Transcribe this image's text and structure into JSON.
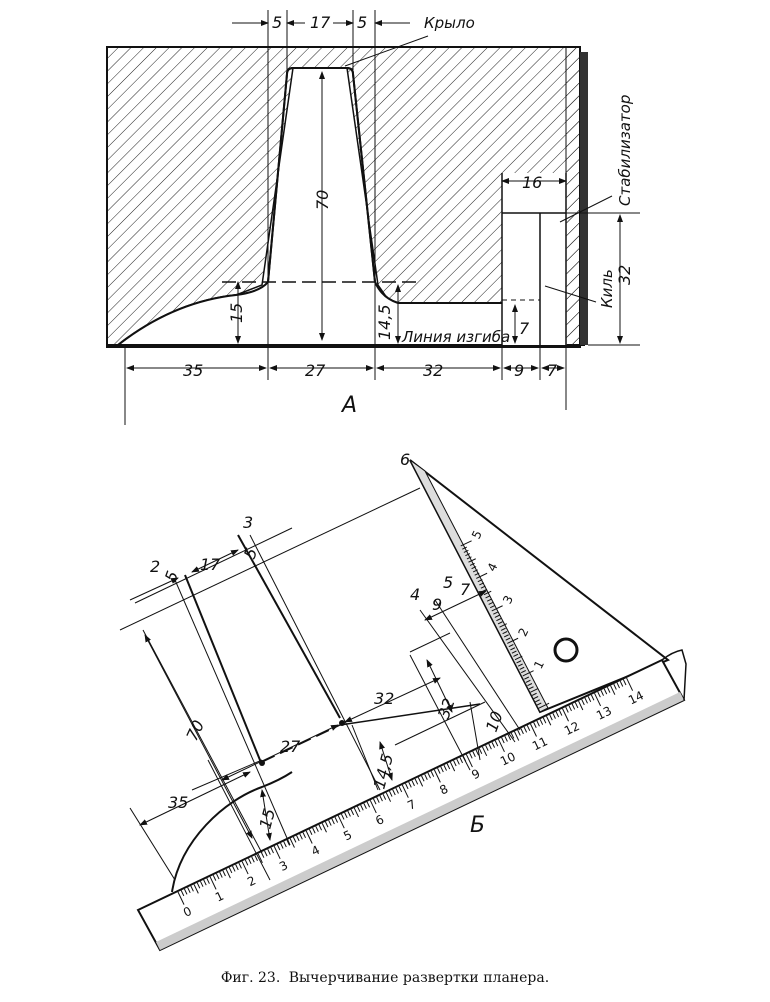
{
  "figure": {
    "caption_prefix": "Фиг. 23.",
    "caption_text": "Вычерчивание развертки планера."
  },
  "part_a": {
    "label": "А",
    "labels": {
      "wing": "Крыло",
      "stabilizer": "Стабилизатор",
      "keel": "Киль",
      "bend_line": "Линия изгиба"
    },
    "dims": {
      "top_left": "5",
      "top_mid": "17",
      "top_right": "5",
      "height": "70",
      "left_rise": "15",
      "right_rise": "14,5",
      "stab_width": "16",
      "keel_height": "32",
      "small_rise": "7",
      "bottom_1": "35",
      "bottom_2": "27",
      "bottom_3": "32",
      "bottom_4": "9",
      "bottom_5": "7"
    }
  },
  "part_b": {
    "label": "Б",
    "marks": {
      "m2": "2",
      "m3": "3",
      "m4": "4",
      "m6": "6"
    },
    "dims": {
      "d5a": "5",
      "d17": "17",
      "d5b": "5",
      "d70": "70",
      "d27": "27",
      "d32": "32",
      "d35": "35",
      "d15": "15",
      "d14_5": "14,5",
      "d9": "9",
      "d5c": "5",
      "d7": "7",
      "d32b": "32",
      "d10": "10"
    },
    "ruler_numbers": [
      "0",
      "1",
      "2",
      "3",
      "4",
      "5",
      "6",
      "7",
      "8",
      "9",
      "10",
      "11",
      "12",
      "13",
      "14"
    ],
    "triangle_numbers": [
      "1",
      "2",
      "3",
      "4",
      "5"
    ]
  }
}
